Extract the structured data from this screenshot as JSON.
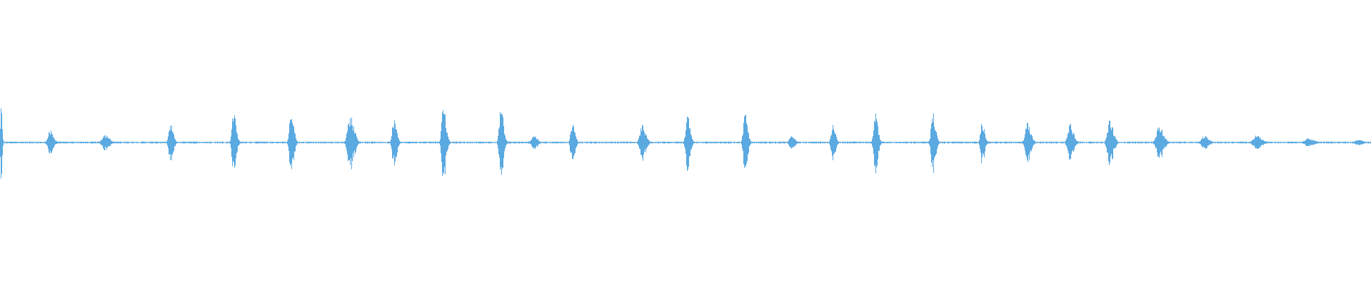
{
  "waveform": {
    "color": "#5aa9e1",
    "background": "#ffffff",
    "baseline_amplitude": 0.006,
    "bursts": [
      {
        "t": 0.0005,
        "amp": 0.28,
        "width": 0.0012
      },
      {
        "t": 0.036,
        "amp": 0.09,
        "width": 0.004
      },
      {
        "t": 0.076,
        "amp": 0.06,
        "width": 0.005
      },
      {
        "t": 0.124,
        "amp": 0.14,
        "width": 0.003
      },
      {
        "t": 0.17,
        "amp": 0.22,
        "width": 0.003
      },
      {
        "t": 0.212,
        "amp": 0.24,
        "width": 0.003
      },
      {
        "t": 0.255,
        "amp": 0.2,
        "width": 0.0045
      },
      {
        "t": 0.287,
        "amp": 0.18,
        "width": 0.003
      },
      {
        "t": 0.323,
        "amp": 0.28,
        "width": 0.003
      },
      {
        "t": 0.365,
        "amp": 0.28,
        "width": 0.003
      },
      {
        "t": 0.389,
        "amp": 0.05,
        "width": 0.004
      },
      {
        "t": 0.417,
        "amp": 0.14,
        "width": 0.003
      },
      {
        "t": 0.468,
        "amp": 0.13,
        "width": 0.004
      },
      {
        "t": 0.501,
        "amp": 0.2,
        "width": 0.003
      },
      {
        "t": 0.543,
        "amp": 0.22,
        "width": 0.003
      },
      {
        "t": 0.577,
        "amp": 0.05,
        "width": 0.004
      },
      {
        "t": 0.607,
        "amp": 0.13,
        "width": 0.003
      },
      {
        "t": 0.638,
        "amp": 0.22,
        "width": 0.003
      },
      {
        "t": 0.68,
        "amp": 0.23,
        "width": 0.003
      },
      {
        "t": 0.716,
        "amp": 0.14,
        "width": 0.003
      },
      {
        "t": 0.749,
        "amp": 0.14,
        "width": 0.004
      },
      {
        "t": 0.78,
        "amp": 0.14,
        "width": 0.004
      },
      {
        "t": 0.809,
        "amp": 0.17,
        "width": 0.004
      },
      {
        "t": 0.845,
        "amp": 0.12,
        "width": 0.005
      },
      {
        "t": 0.878,
        "amp": 0.05,
        "width": 0.005
      },
      {
        "t": 0.916,
        "amp": 0.05,
        "width": 0.006
      },
      {
        "t": 0.954,
        "amp": 0.03,
        "width": 0.007
      },
      {
        "t": 0.99,
        "amp": 0.02,
        "width": 0.006
      }
    ]
  }
}
